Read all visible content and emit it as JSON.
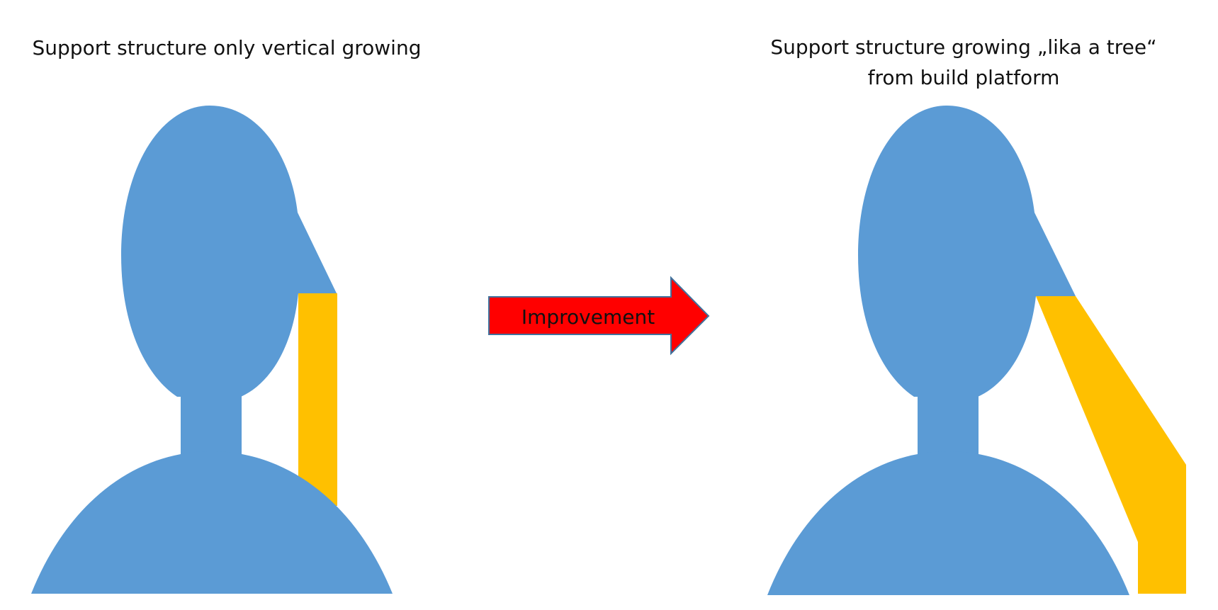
{
  "diagram": {
    "left_caption": "Support structure only vertical growing",
    "right_caption_line1": "Support structure growing „lika a tree“",
    "right_caption_line2": "from build platform",
    "arrow_label": "Improvement"
  },
  "colors": {
    "part_blue": "#5b9bd5",
    "support_yellow": "#ffc000",
    "arrow_red": "#ff0000",
    "arrow_outline": "#41719c"
  }
}
